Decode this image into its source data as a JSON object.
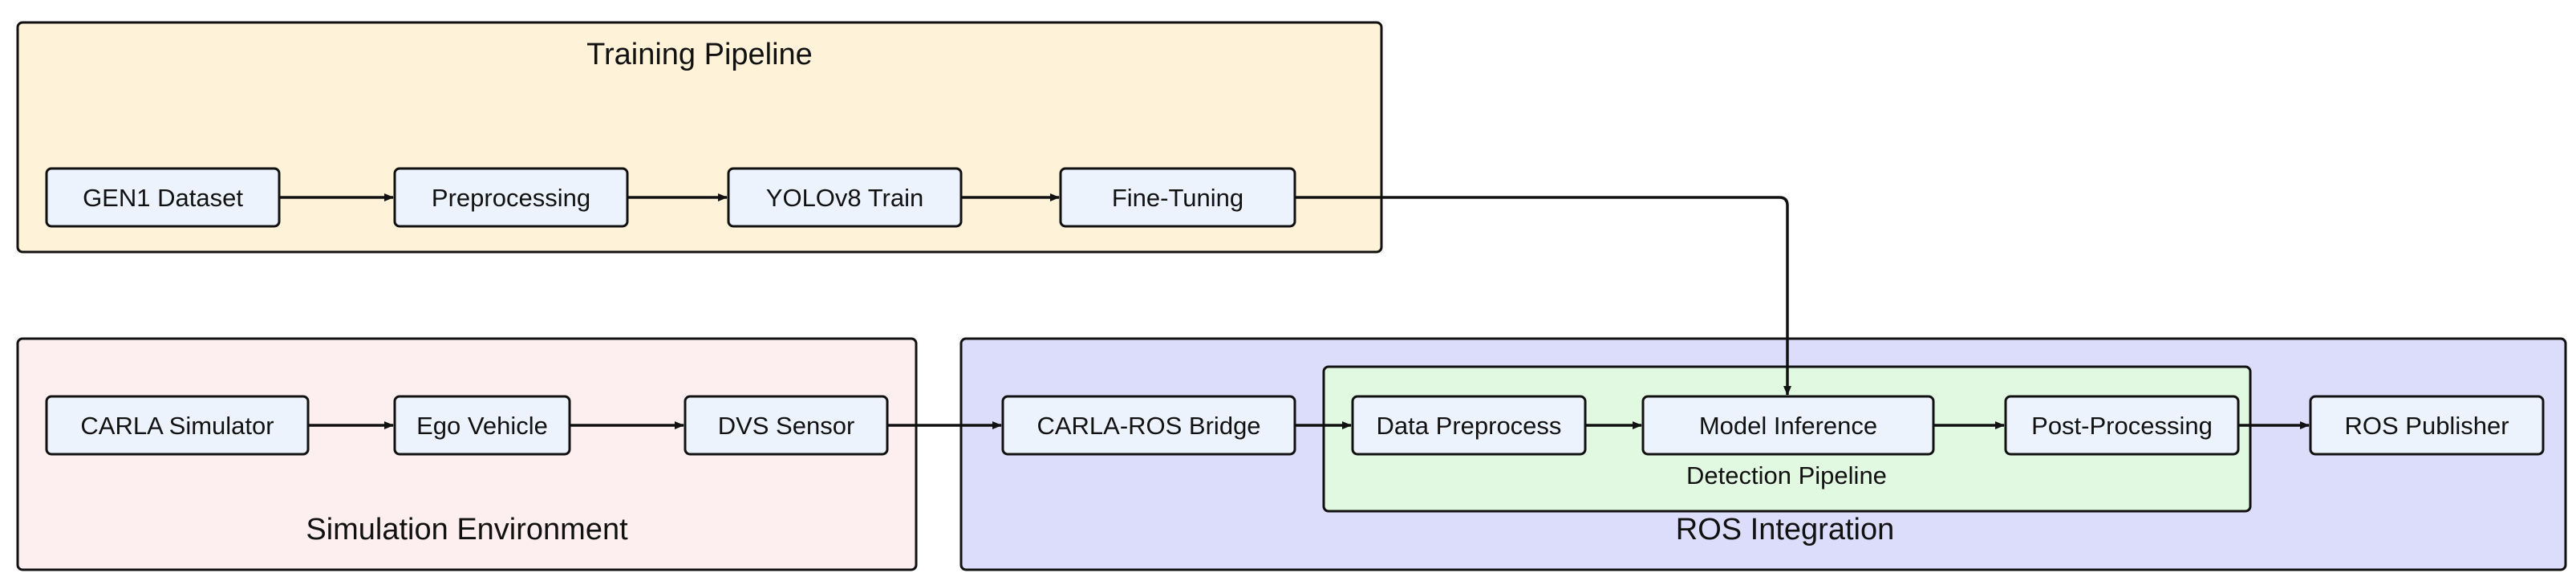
{
  "colors": {
    "training_fill": "#fef2d9",
    "simulation_fill": "#fdefef",
    "ros_fill": "#dcdcfb",
    "detection_fill": "#e1f8e1",
    "node_fill": "#edf3fd",
    "stroke": "#111111"
  },
  "clusters": {
    "training": {
      "label": "Training Pipeline"
    },
    "simulation": {
      "label": "Simulation Environment"
    },
    "ros": {
      "label": "ROS Integration"
    },
    "detection": {
      "label": "Detection Pipeline"
    }
  },
  "nodes": {
    "gen1_dataset": "GEN1 Dataset",
    "preprocessing": "Preprocessing",
    "yolov8_train": "YOLOv8 Train",
    "fine_tuning": "Fine-Tuning",
    "carla_simulator": "CARLA Simulator",
    "ego_vehicle": "Ego Vehicle",
    "dvs_sensor": "DVS Sensor",
    "carla_ros_bridge": "CARLA-ROS Bridge",
    "data_preprocess": "Data Preprocess",
    "model_inference": "Model Inference",
    "post_processing": "Post-Processing",
    "ros_publisher": "ROS Publisher"
  }
}
